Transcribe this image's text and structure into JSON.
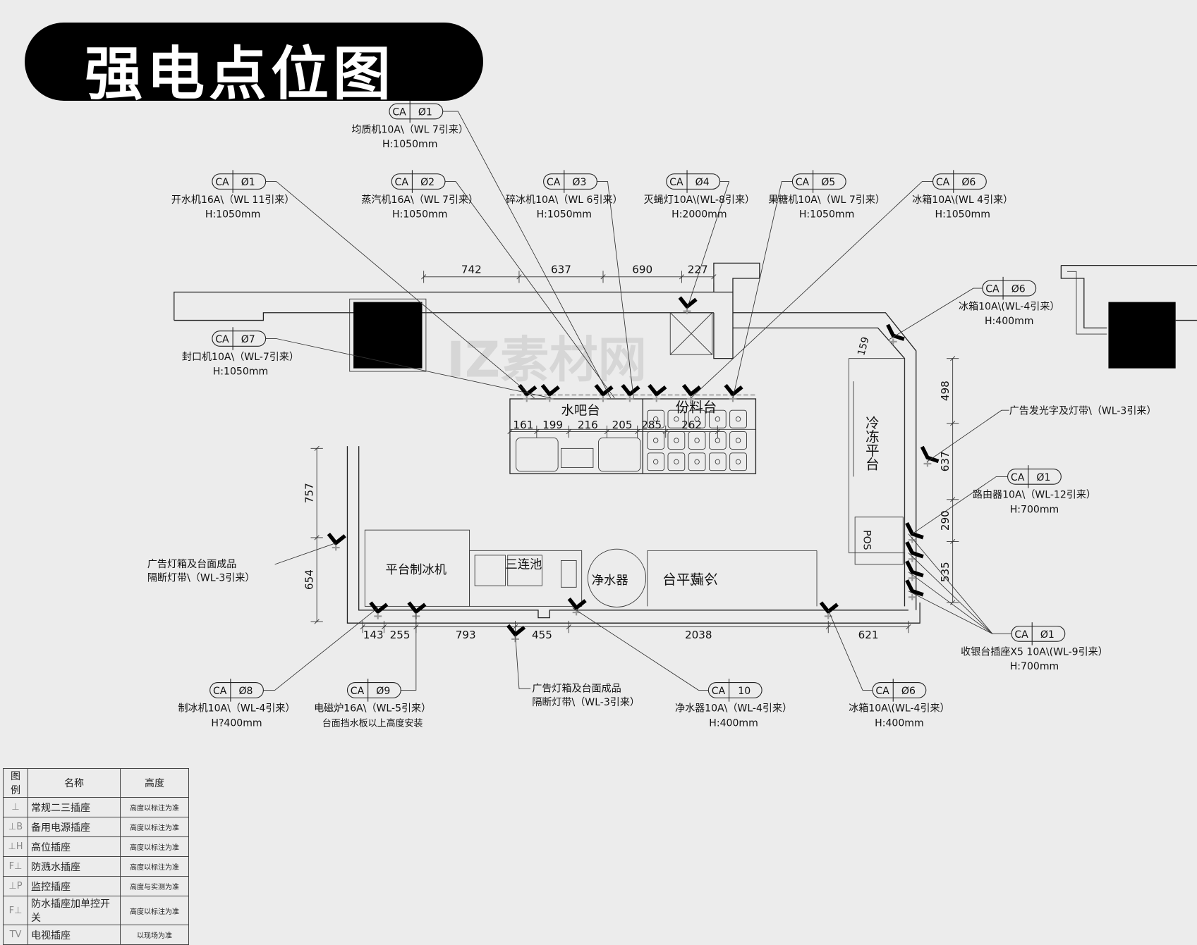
{
  "title": "强电点位图",
  "watermark": "IZ素材网",
  "callouts": [
    {
      "code": "CA",
      "num": "Ø1",
      "desc": "均质机10A\\（WL 7引来）",
      "height": "H:1050mm"
    },
    {
      "code": "CA",
      "num": "Ø1",
      "desc": "开水机16A\\（WL 11引来）",
      "height": "H:1050mm"
    },
    {
      "code": "CA",
      "num": "Ø2",
      "desc": "蒸汽机16A\\（WL 7引来）",
      "height": "H:1050mm"
    },
    {
      "code": "CA",
      "num": "Ø3",
      "desc": "碎冰机10A\\（WL 6引来）",
      "height": "H:1050mm"
    },
    {
      "code": "CA",
      "num": "Ø4",
      "desc": "灭蝇灯10A\\(WL-8引来）",
      "height": "H:2000mm"
    },
    {
      "code": "CA",
      "num": "Ø5",
      "desc": "果糖机10A\\（WL 7引来）",
      "height": "H:1050mm"
    },
    {
      "code": "CA",
      "num": "Ø6",
      "desc": "冰箱10A\\(WL 4引来）",
      "height": "H:1050mm"
    },
    {
      "code": "CA",
      "num": "Ø6",
      "desc": "冰箱10A\\(WL-4引来）",
      "height": "H:400mm"
    },
    {
      "code": "CA",
      "num": "Ø7",
      "desc": "封口机10A\\（WL-7引来）",
      "height": "H:1050mm"
    },
    {
      "code": "CA",
      "num": "Ø1",
      "desc": "路由器10A\\（WL-12引来）",
      "height": "H:700mm"
    },
    {
      "code": "CA",
      "num": "Ø1",
      "desc": "收银台插座X5 10A\\(WL-9引来）",
      "height": "H:700mm"
    },
    {
      "code": "CA",
      "num": "Ø8",
      "desc": "制冰机10A\\（WL-4引来）",
      "height": "H?400mm"
    },
    {
      "code": "CA",
      "num": "Ø9",
      "desc": "电磁炉16A\\（WL-5引来）",
      "height": "台面挡水板以上高度安装"
    },
    {
      "code": "CA",
      "num": "10",
      "desc": "净水器10A\\（WL-4引来）",
      "height": "H:400mm"
    },
    {
      "code": "CA",
      "num": "Ø6",
      "desc": "冰箱10A\\(WL-4引来）",
      "height": "H:400mm"
    }
  ],
  "notes": {
    "sign_light": "广告发光字及灯带\\（WL-3引来）",
    "lightbox_left_1": "广告灯箱及台面成品",
    "lightbox_left_2": "隔断灯带\\（WL-3引来）",
    "lightbox_mid_1": "广告灯箱及台面成品",
    "lightbox_mid_2": "隔断灯带\\（WL-3引来）"
  },
  "rooms": {
    "water_bar": "水吧台",
    "portion_table": "份料台",
    "freezer_table": "冷冻平台",
    "pos": "POS",
    "ice_machine": "平台制冰机",
    "triple_sink": "三连池",
    "water_purifier": "净水器",
    "fridge_table": "冷藏平台"
  },
  "dimensions": {
    "top": [
      "742",
      "637",
      "690",
      "227"
    ],
    "left": [
      "757",
      "654"
    ],
    "bottom": [
      "143",
      "255",
      "793",
      "455",
      "2038",
      "621"
    ],
    "right": [
      "159",
      "498",
      "637",
      "290",
      "535"
    ],
    "island": [
      "161",
      "199",
      "216",
      "205",
      "285",
      "262"
    ]
  },
  "legend": {
    "headers": [
      "图例",
      "名称",
      "高度"
    ],
    "rows": [
      {
        "symbol": "⊥",
        "name": "常规二三插座",
        "height": "高度以标注为准"
      },
      {
        "symbol": "⊥B",
        "name": "备用电源插座",
        "height": "高度以标注为准"
      },
      {
        "symbol": "⊥H",
        "name": "高位插座",
        "height": "高度以标注为准"
      },
      {
        "symbol": "F⊥",
        "name": "防溅水插座",
        "height": "高度以标注为准"
      },
      {
        "symbol": "⊥P",
        "name": "监控插座",
        "height": "高度与实测为准"
      },
      {
        "symbol": "F⊥",
        "name": "防水插座加单控开关",
        "height": "高度以标注为准"
      },
      {
        "symbol": "TV",
        "name": "电视插座",
        "height": "以现场为准"
      }
    ]
  }
}
